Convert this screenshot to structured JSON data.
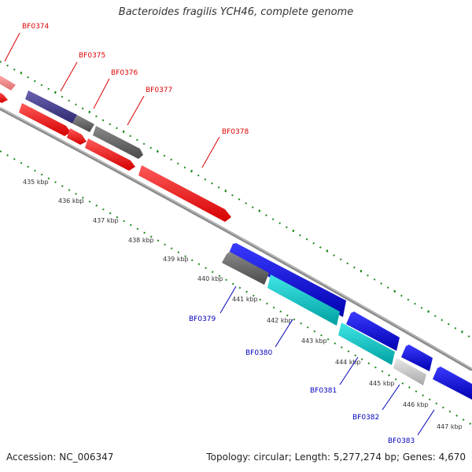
{
  "title": "Bacteroides fragilis YCH46, complete genome",
  "footer": {
    "accession": "Accession: NC_006347",
    "summary": "Topology: circular; Length: 5,277,274 bp; Genes: 4,670"
  },
  "colors": {
    "forward_label": "#dd0000",
    "reverse_label": "#0000bb",
    "backbone": "#888888",
    "tick_dots": "#1a8a1a"
  },
  "kbp_labels": [
    "435 kbp",
    "436 kbp",
    "437 kbp",
    "438 kbp",
    "439 kbp",
    "440 kbp",
    "441 kbp",
    "442 kbp",
    "443 kbp",
    "444 kbp",
    "445 kbp",
    "446 kbp",
    "447 kbp"
  ],
  "genes": {
    "forward": [
      {
        "label": "BF0374"
      },
      {
        "label": "BF0375"
      },
      {
        "label": "BF0376"
      },
      {
        "label": "BF0377"
      },
      {
        "label": "BF0378"
      }
    ],
    "reverse": [
      {
        "label": "BF0379"
      },
      {
        "label": "BF0380"
      },
      {
        "label": "BF0381"
      },
      {
        "label": "BF0382"
      },
      {
        "label": "BF0383"
      }
    ]
  }
}
